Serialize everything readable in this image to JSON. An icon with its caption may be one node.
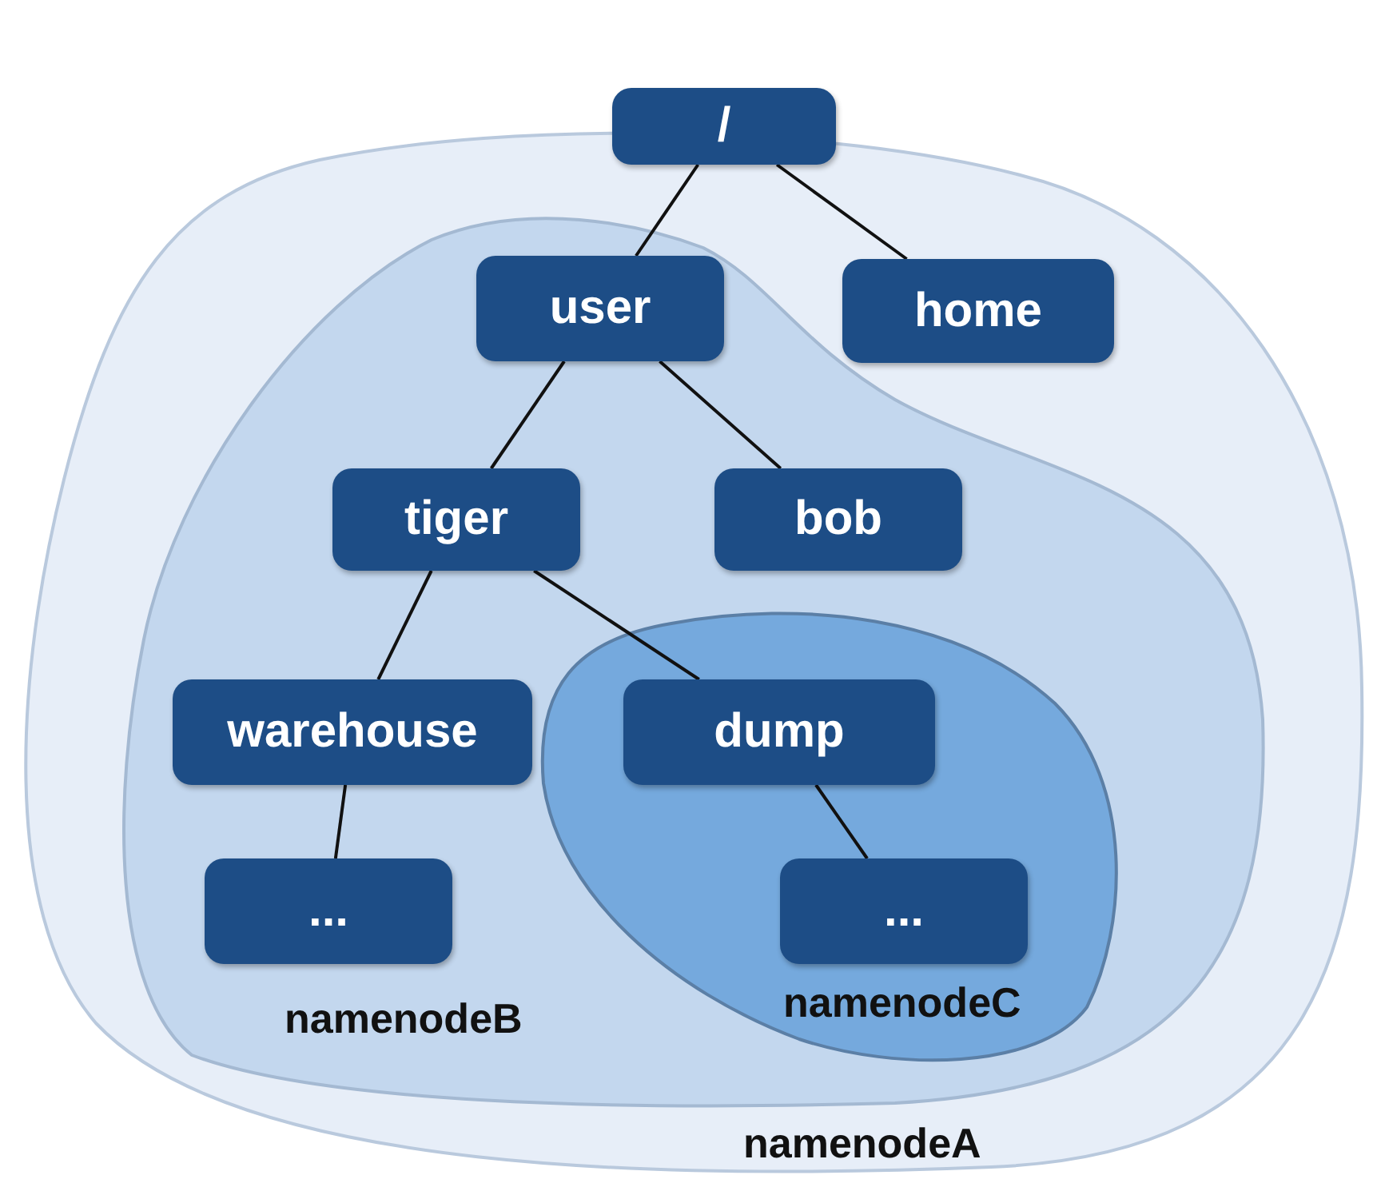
{
  "diagram": {
    "nodes": [
      {
        "text": [
          "/"
        ]
      },
      {
        "text": [
          "namenodeA"
        ]
      },
      {
        "text": [
          "home"
        ],
        "in": 1
      },
      {
        "text": [
          "namenodeB"
        ],
        "in": 1
      },
      {
        "text": [
          "user"
        ],
        "in": 3
      },
      {
        "text": [
          "tiger"
        ],
        "in": 3
      },
      {
        "text": [
          "bob"
        ],
        "in": 3
      },
      {
        "text": [
          "warehouse"
        ],
        "in": 3
      },
      {
        "text": [
          "..."
        ],
        "in": 3
      },
      {
        "text": [
          "namenodeC"
        ],
        "in": 3
      },
      {
        "text": [
          "dump"
        ],
        "in": 9
      },
      {
        "text": [
          "..."
        ],
        "in": 9
      }
    ],
    "edges": [
      {
        "from": 0,
        "to": 4,
        "arrow": "none"
      },
      {
        "from": 0,
        "to": 2,
        "arrow": "none"
      },
      {
        "from": 4,
        "to": 5,
        "arrow": "none"
      },
      {
        "from": 4,
        "to": 6,
        "arrow": "none"
      },
      {
        "from": 5,
        "to": 7,
        "arrow": "none"
      },
      {
        "from": 5,
        "to": 10,
        "arrow": "none"
      },
      {
        "from": 7,
        "to": 8,
        "arrow": "none"
      },
      {
        "from": 10,
        "to": 11,
        "arrow": "none"
      }
    ]
  }
}
